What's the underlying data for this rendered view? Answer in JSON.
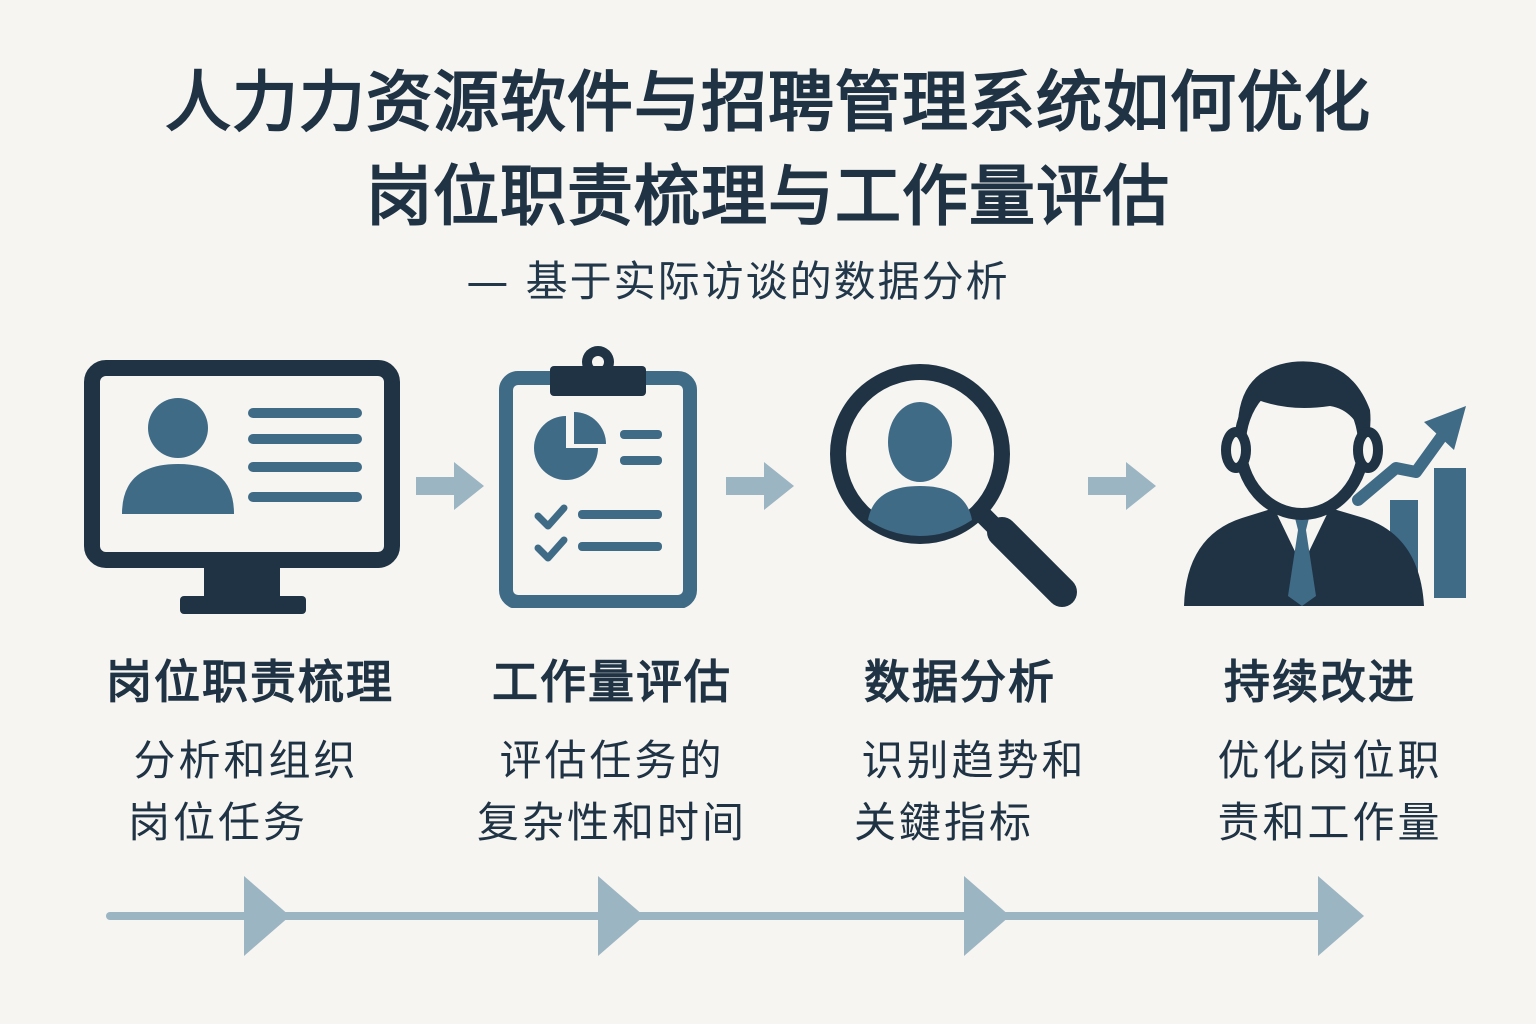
{
  "title": {
    "line1": "人力力资源软件与招聘管理系统如何优化",
    "line2": "岗位职责梳理与工作量评估"
  },
  "subtitle": "— 基于实际访谈的数据分析",
  "steps": [
    {
      "icon": "monitor-profile-icon",
      "title": "岗位职责梳理",
      "desc_line1": "分析和组织",
      "desc_line2": "岗位任务"
    },
    {
      "icon": "clipboard-checklist-icon",
      "title": "工作量评估",
      "desc_line1": "评估任务的",
      "desc_line2": "复杂性和时间"
    },
    {
      "icon": "magnifier-person-icon",
      "title": "数据分析",
      "desc_line1": "识别趋势和",
      "desc_line2": "关鍵指标"
    },
    {
      "icon": "businessman-growth-icon",
      "title": "持续改进",
      "desc_line1": "优化岗位职",
      "desc_line2": "责和工作量"
    }
  ],
  "colors": {
    "background": "#f6f5f1",
    "dark": "#1f3344",
    "accent": "#3f6b86",
    "light_arrow": "#9bb5c3"
  }
}
